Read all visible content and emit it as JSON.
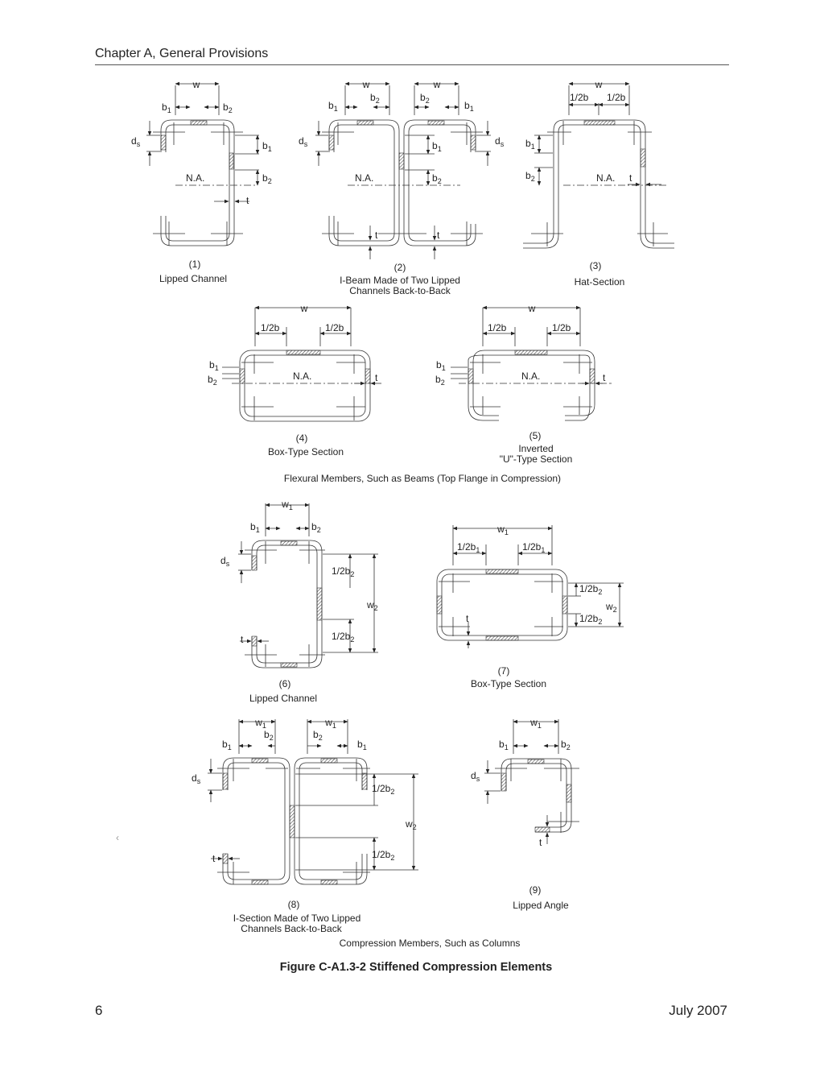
{
  "page": {
    "header": "Chapter A, General Provisions",
    "number": "6",
    "date": "July 2007"
  },
  "figure": {
    "title": "Figure C-A1.3-2 Stiffened Compression Elements",
    "group_flexural": "Flexural Members, Such as Beams (Top Flange in Compression)",
    "group_compression": "Compression Members, Such as Columns",
    "captions": {
      "s1": [
        "(1)",
        "Lipped Channel"
      ],
      "s2": [
        "(2)",
        "I-Beam Made of Two Lipped",
        "Channels Back-to-Back"
      ],
      "s3": [
        "(3)",
        "Hat-Section"
      ],
      "s4": [
        "(4)",
        "Box-Type Section"
      ],
      "s5": [
        "(5)",
        "Inverted",
        "\"U\"-Type Section"
      ],
      "s6": [
        "(6)",
        "Lipped Channel"
      ],
      "s7": [
        "(7)",
        "Box-Type Section"
      ],
      "s8": [
        "(8)",
        "I-Section Made of Two Lipped",
        "Channels Back-to-Back"
      ],
      "s9": [
        "(9)",
        "Lipped Angle"
      ]
    },
    "symbols": {
      "w": "w",
      "b": "b",
      "d": "d",
      "t": "t",
      "half": "1/2",
      "na": "N.A.",
      "sub_1": "1",
      "sub_2": "2",
      "sub_s": "s"
    }
  }
}
